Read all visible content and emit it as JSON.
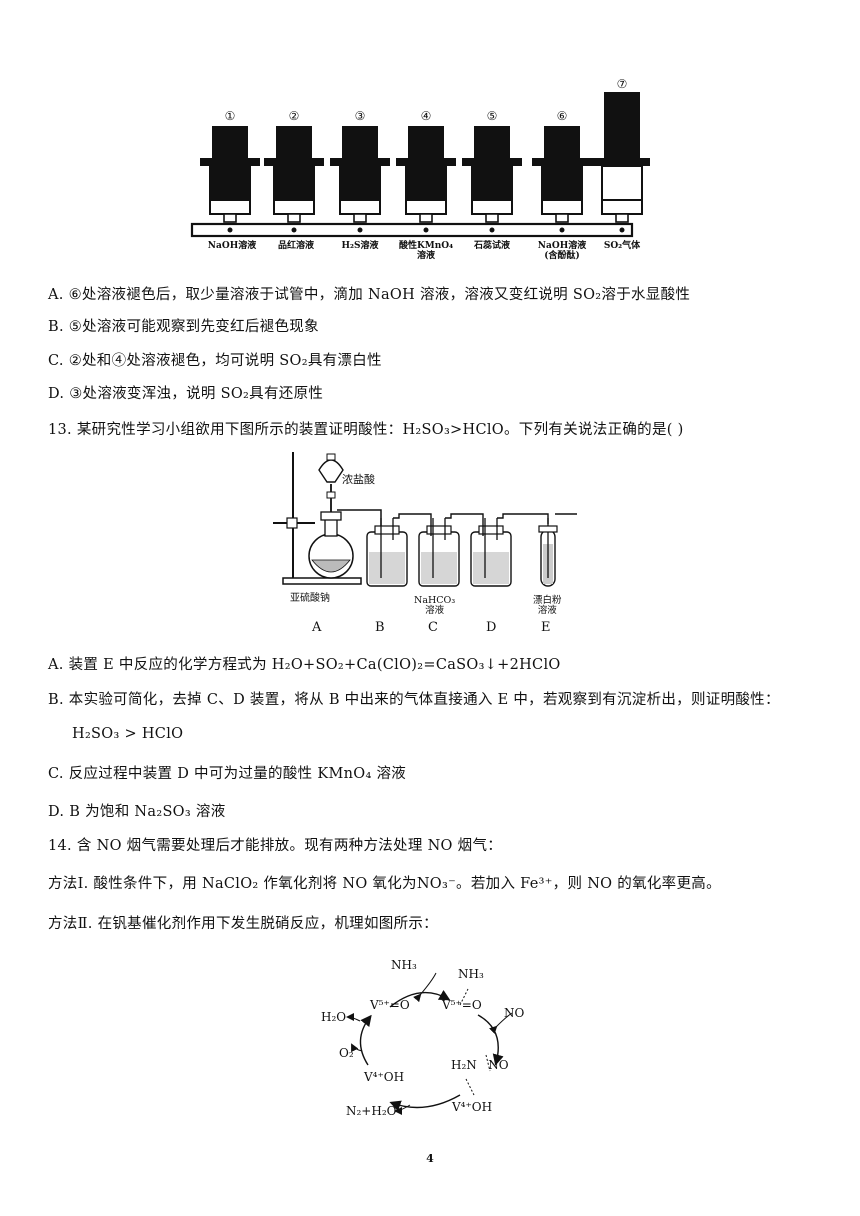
{
  "figure1": {
    "numbers": [
      "①",
      "②",
      "③",
      "④",
      "⑤",
      "⑥",
      "⑦"
    ],
    "labels": [
      "NaOH溶液",
      "品红溶液",
      "H₂S溶液",
      "酸性KMnO₄\n溶液",
      "石蕊试液",
      "NaOH溶液\n(含酚酞)",
      "SO₂气体"
    ]
  },
  "q12_options": {
    "A": "A. ⑥处溶液褪色后，取少量溶液于试管中，滴加 NaOH 溶液，溶液又变红说明 SO₂溶于水显酸性",
    "B": "B. ⑤处溶液可能观察到先变红后褪色现象",
    "C": "C. ②处和④处溶液褪色，均可说明 SO₂具有漂白性",
    "D": "D. ③处溶液变浑浊，说明 SO₂具有还原性"
  },
  "q13": {
    "stem": "13. 某研究性学习小组欲用下图所示的装置证明酸性：H₂SO₃>HClO。下列有关说法正确的是(      )",
    "fig_labels": {
      "funnel": "浓盐酸",
      "flask": "亚硫酸钠",
      "bottle_c": "NaHCO₃\n溶液",
      "tube_e": "漂白粉\n溶液",
      "letters": [
        "A",
        "B",
        "C",
        "D",
        "E"
      ]
    },
    "A": "A.  装置 E 中反应的化学方程式为 H₂O+SO₂+Ca(ClO)₂=CaSO₃↓+2HClO",
    "B1": "B.  本实验可简化，去掉 C、D 装置，将从 B 中出来的气体直接通入 E 中，若观察到有沉淀析出，则证明酸性：",
    "B2": "H₂SO₃ > HClO",
    "C": "C. 反应过程中装置 D 中可为过量的酸性 KMnO₄ 溶液",
    "D": "D.  B 为饱和 Na₂SO₃  溶液"
  },
  "q14": {
    "stem": "14.  含 NO 烟气需要处理后才能排放。现有两种方法处理 NO 烟气：",
    "method1": "方法Ⅰ. 酸性条件下，用 NaClO₂ 作氧化剂将 NO 氧化为NO₃⁻。若加入 Fe³⁺，则 NO 的氧化率更高。",
    "method2": "方法Ⅱ. 在钒基催化剂作用下发生脱硝反应，机理如图所示：",
    "cycle_labels": {
      "nh3_in": "NH₃",
      "nh3_bound": "NH₃",
      "v_o_left": "V⁵⁺=O",
      "v_o_right": "V⁵⁺=O",
      "h2o": "H₂O",
      "no": "NO",
      "o2": "O₂",
      "v_oh_left": "V⁴⁺OH",
      "h2n_no": "H₂N   NO",
      "v_oh_right": "V⁴⁺OH",
      "n2_h2o": "N₂+H₂O"
    }
  },
  "page_number": "4"
}
